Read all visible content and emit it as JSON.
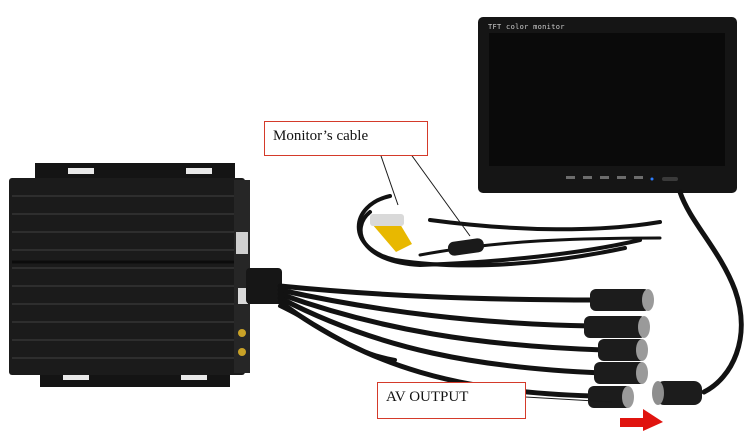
{
  "callouts": {
    "monitor_cable": "Monitor’s cable",
    "av_output": "AV OUTPUT"
  },
  "monitor": {
    "screen_label": "TFT color monitor"
  },
  "colors": {
    "device_body": "#1b1b1b",
    "callout_border": "#d43a2a",
    "arrow": "#e0140f",
    "rca_connector": "#e8b800"
  }
}
